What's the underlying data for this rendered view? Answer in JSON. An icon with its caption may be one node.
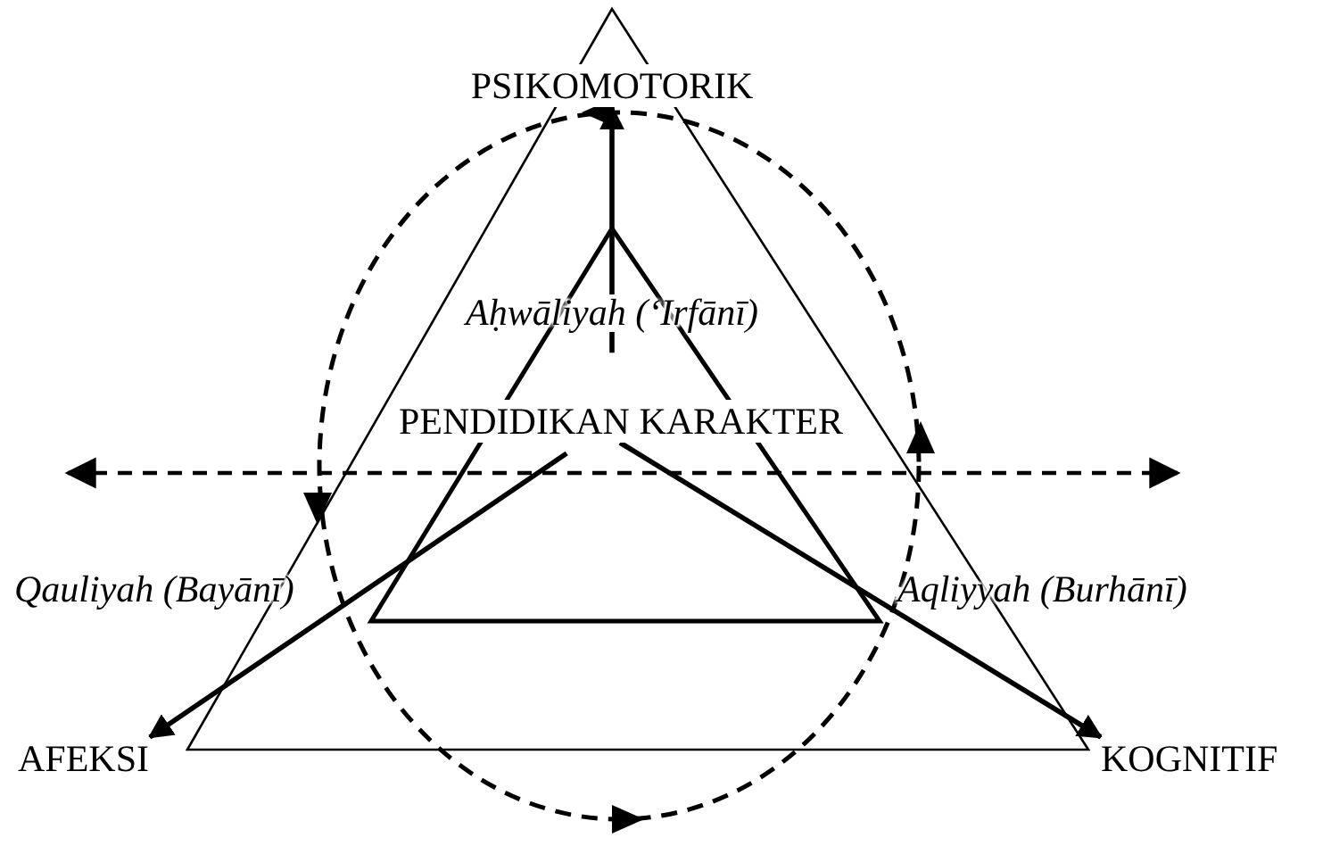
{
  "diagram": {
    "nodes": [
      {
        "text": [
          "PSIKOMOTORIK"
        ]
      },
      {
        "text": [
          "PENDIDIKAN KARAKTER"
        ]
      },
      {
        "text": [
          "AFEKSI"
        ]
      },
      {
        "text": [
          "KOGNITIF"
        ]
      }
    ],
    "edges": [
      {
        "from": 1,
        "to": 0,
        "arrow": "to"
      },
      {
        "from": 1,
        "to": 2,
        "arrow": "to"
      },
      {
        "from": 1,
        "to": 3,
        "arrow": "to"
      }
    ],
    "labels": [
      "Aḥwāliyah (‘Irfānī)",
      "Qauliyah (Bayānī)",
      "Aqliyyah (Burhānī)"
    ]
  }
}
